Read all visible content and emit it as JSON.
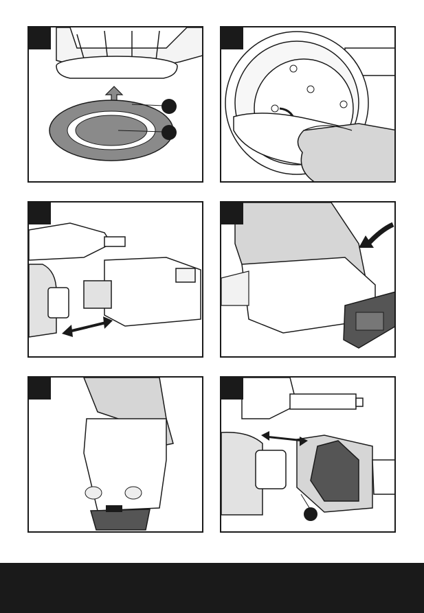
{
  "panels": [
    {
      "id": "p1",
      "number": "",
      "callouts": [
        "",
        ""
      ]
    },
    {
      "id": "p2",
      "number": ""
    },
    {
      "id": "p3",
      "number": ""
    },
    {
      "id": "p4",
      "number": ""
    },
    {
      "id": "p5",
      "number": ""
    },
    {
      "id": "p6",
      "number": "",
      "callouts": [
        ""
      ]
    }
  ],
  "colors": {
    "ink": "#1a1a1a",
    "mid_gray": "#8a8a8a",
    "light_gray": "#e2e2e2",
    "hand_gray": "#d6d6d6"
  }
}
